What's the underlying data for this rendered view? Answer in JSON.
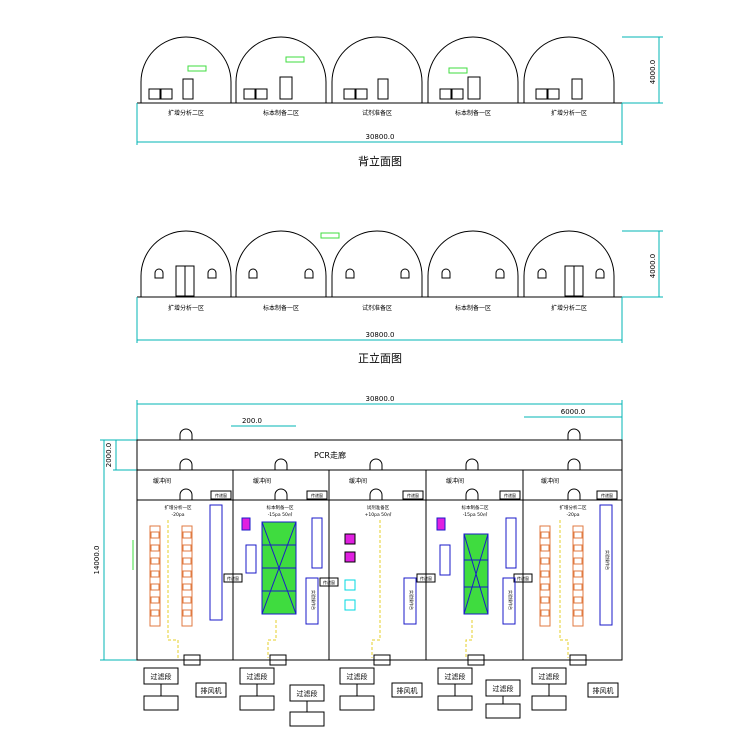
{
  "back_elevation": {
    "caption": "背立面图",
    "width_dim": "30800.0",
    "height_dim": "4000.0",
    "zones": [
      "扩增分析二区",
      "标本制备二区",
      "试剂准备区",
      "标本制备一区",
      "扩增分析一区"
    ]
  },
  "front_elevation": {
    "caption": "正立面图",
    "width_dim": "30800.0",
    "height_dim": "4000.0",
    "zones": [
      "扩增分析一区",
      "标本制备一区",
      "试剂准备区",
      "标本制备一区",
      "扩增分析二区"
    ]
  },
  "plan": {
    "overall_dim": "30800.0",
    "dim_200": "200.0",
    "dim_6000": "6000.0",
    "dim_2000": "2000.0",
    "dim_14000": "14000.0",
    "corridor": "PCR走廊",
    "buffer": "缓冲间",
    "pass_box": "传递窗",
    "filter": "过滤段",
    "exhaust": "排风机",
    "bench": "实验操作台",
    "zones": [
      {
        "name": "扩增分析一区",
        "pressure": "-20pa"
      },
      {
        "name": "标本制备一区",
        "pressure": "-15pa 50㎡"
      },
      {
        "name": "试剂准备区",
        "pressure": "+10pa 50㎡"
      },
      {
        "name": "标本制备二区",
        "pressure": "-15pa 50㎡"
      },
      {
        "name": "扩增分析二区",
        "pressure": "-20pa"
      }
    ]
  },
  "colors": {
    "line": "#000000",
    "dim": "#00b4b4",
    "yellow": "#e6cf2a",
    "green": "#3fdc3f",
    "blue": "#1a1ac8",
    "magenta": "#e020e0",
    "orange": "#e07a40",
    "cyan": "#00d8e0"
  }
}
